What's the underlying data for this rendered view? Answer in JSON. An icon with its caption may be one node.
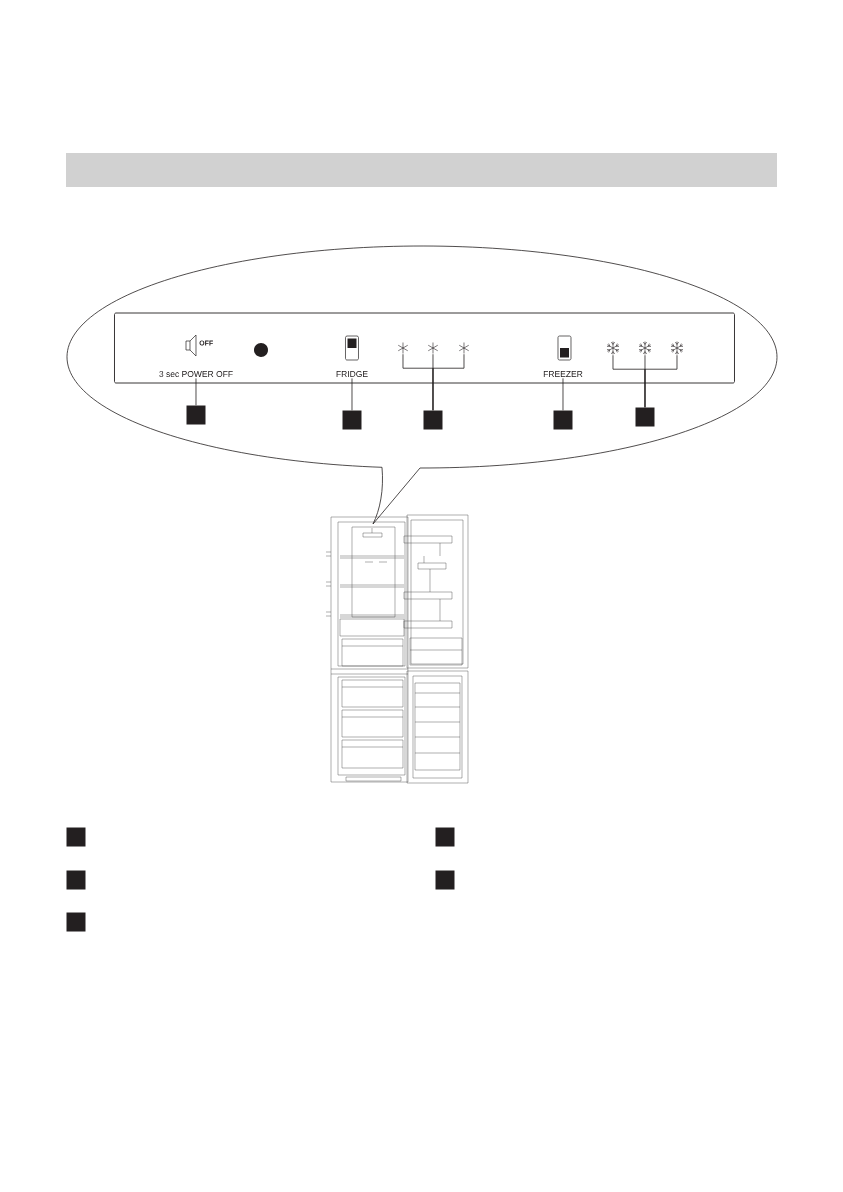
{
  "diagram": {
    "nodes": [
      {
        "text": [],
        "shape": "ellipse"
      },
      {
        "text": [],
        "shape": "box",
        "in": 0
      },
      {
        "text": [
          "3 sec POWER OFF"
        ],
        "in": 1
      },
      {
        "text": [],
        "shape": "square",
        "in": 0
      },
      {
        "text": [
          "FRIDGE"
        ],
        "in": 1
      },
      {
        "text": [],
        "shape": "square",
        "in": 0
      },
      {
        "text": [],
        "shape": "star",
        "in": 1
      },
      {
        "text": [],
        "shape": "star",
        "in": 1
      },
      {
        "text": [],
        "shape": "star",
        "in": 1
      },
      {
        "text": [],
        "shape": "square",
        "in": 0
      },
      {
        "text": [
          "FREEZER"
        ],
        "in": 1
      },
      {
        "text": [],
        "shape": "square",
        "in": 0
      },
      {
        "text": [],
        "shape": "snowflake",
        "in": 1
      },
      {
        "text": [],
        "shape": "snowflake",
        "in": 1
      },
      {
        "text": [],
        "shape": "snowflake",
        "in": 1
      },
      {
        "text": [],
        "shape": "square",
        "in": 0
      },
      {
        "text": [],
        "shape": "square"
      },
      {
        "text": [],
        "shape": "square"
      },
      {
        "text": [],
        "shape": "square"
      },
      {
        "text": [],
        "shape": "square"
      },
      {
        "text": [],
        "shape": "square"
      }
    ],
    "edges": [
      {
        "from": 2,
        "to": 3,
        "arrow": "none"
      },
      {
        "from": 4,
        "to": 5,
        "arrow": "none"
      },
      {
        "from": 6,
        "to": 9,
        "arrow": "none"
      },
      {
        "from": 7,
        "to": 9,
        "arrow": "none"
      },
      {
        "from": 8,
        "to": 9,
        "arrow": "none"
      },
      {
        "from": 10,
        "to": 11,
        "arrow": "none"
      },
      {
        "from": 12,
        "to": 15,
        "arrow": "none"
      },
      {
        "from": 13,
        "to": 15,
        "arrow": "none"
      },
      {
        "from": 14,
        "to": 15,
        "arrow": "none"
      }
    ],
    "labels": [
      "OFF"
    ]
  }
}
